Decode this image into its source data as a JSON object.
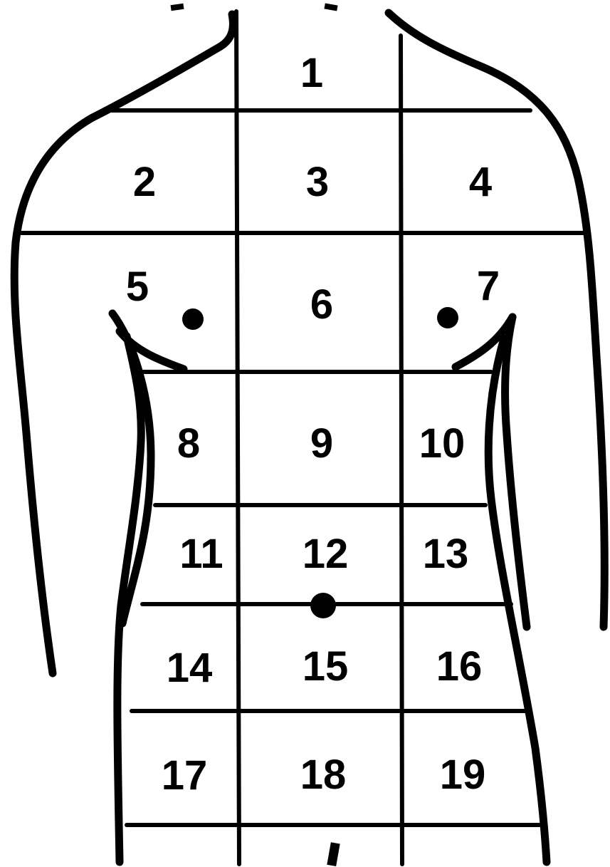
{
  "diagram": {
    "regions": [
      {
        "id": 1,
        "label": "1"
      },
      {
        "id": 2,
        "label": "2"
      },
      {
        "id": 3,
        "label": "3"
      },
      {
        "id": 4,
        "label": "4"
      },
      {
        "id": 5,
        "label": "5"
      },
      {
        "id": 6,
        "label": "6"
      },
      {
        "id": 7,
        "label": "7"
      },
      {
        "id": 8,
        "label": "8"
      },
      {
        "id": 9,
        "label": "9"
      },
      {
        "id": 10,
        "label": "10"
      },
      {
        "id": 11,
        "label": "11"
      },
      {
        "id": 12,
        "label": "12"
      },
      {
        "id": 13,
        "label": "13"
      },
      {
        "id": 14,
        "label": "14"
      },
      {
        "id": 15,
        "label": "15"
      },
      {
        "id": 16,
        "label": "16"
      },
      {
        "id": 17,
        "label": "17"
      },
      {
        "id": 18,
        "label": "18"
      },
      {
        "id": 19,
        "label": "19"
      }
    ],
    "landmarks": [
      "left-nipple",
      "right-nipple",
      "navel"
    ],
    "line_color": "#000000",
    "background_color": "#ffffff"
  }
}
